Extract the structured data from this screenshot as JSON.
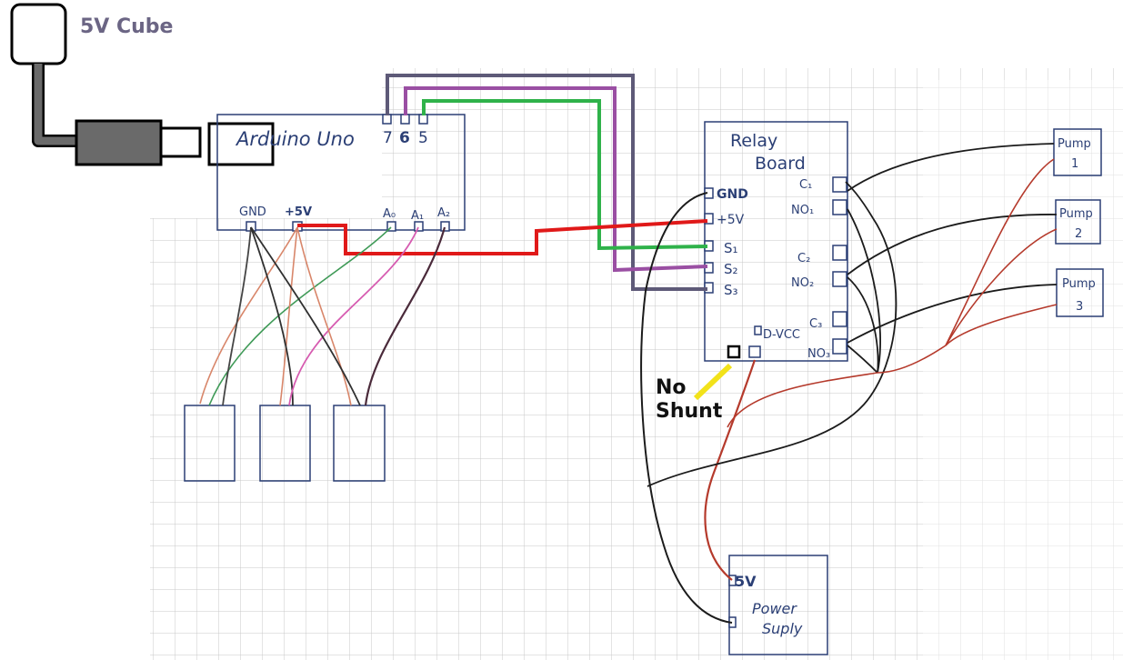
{
  "title": "5V  Cube",
  "arduino": {
    "label": "Arduino  Uno",
    "pins": {
      "d7": "7",
      "d6": "6",
      "d5": "5",
      "gnd": "GND",
      "v5": "+5V",
      "a0": "A₀",
      "a1": "A₁",
      "a2": "A₂"
    }
  },
  "relay": {
    "label_line1": "Relay",
    "label_line2": "Board",
    "pins": {
      "gnd": "GND",
      "v5": "+5V",
      "s1": "S₁",
      "s2": "S₂",
      "s3": "S₃",
      "dvcc": "D-VCC",
      "c1": "C₁",
      "no1": "NO₁",
      "c2": "C₂",
      "no2": "NO₂",
      "c3": "C₃",
      "no3": "NO₃"
    }
  },
  "pumps": [
    {
      "line1": "Pump",
      "line2": "1"
    },
    {
      "line1": "Pump",
      "line2": "2"
    },
    {
      "line1": "Pump",
      "line2": "3"
    }
  ],
  "power_supply": {
    "pin_label": "5V",
    "label_line1": "Power",
    "label_line2": "Suply"
  },
  "note": {
    "line1": "No",
    "line2": "Shunt"
  },
  "colors": {
    "plug": "#6a6a6a",
    "ink": "#2b3f75",
    "wire_red": "#e01919",
    "wire_gray": "#5e5a78",
    "wire_purple": "#9a4fa3",
    "wire_green": "#2fb24a",
    "wire_black": "#1b1b1b",
    "wire_brown": "#b53a2c",
    "wire_pink": "#d65bb0",
    "wire_orange": "#d8866a",
    "highlight": "#f2e21a"
  }
}
